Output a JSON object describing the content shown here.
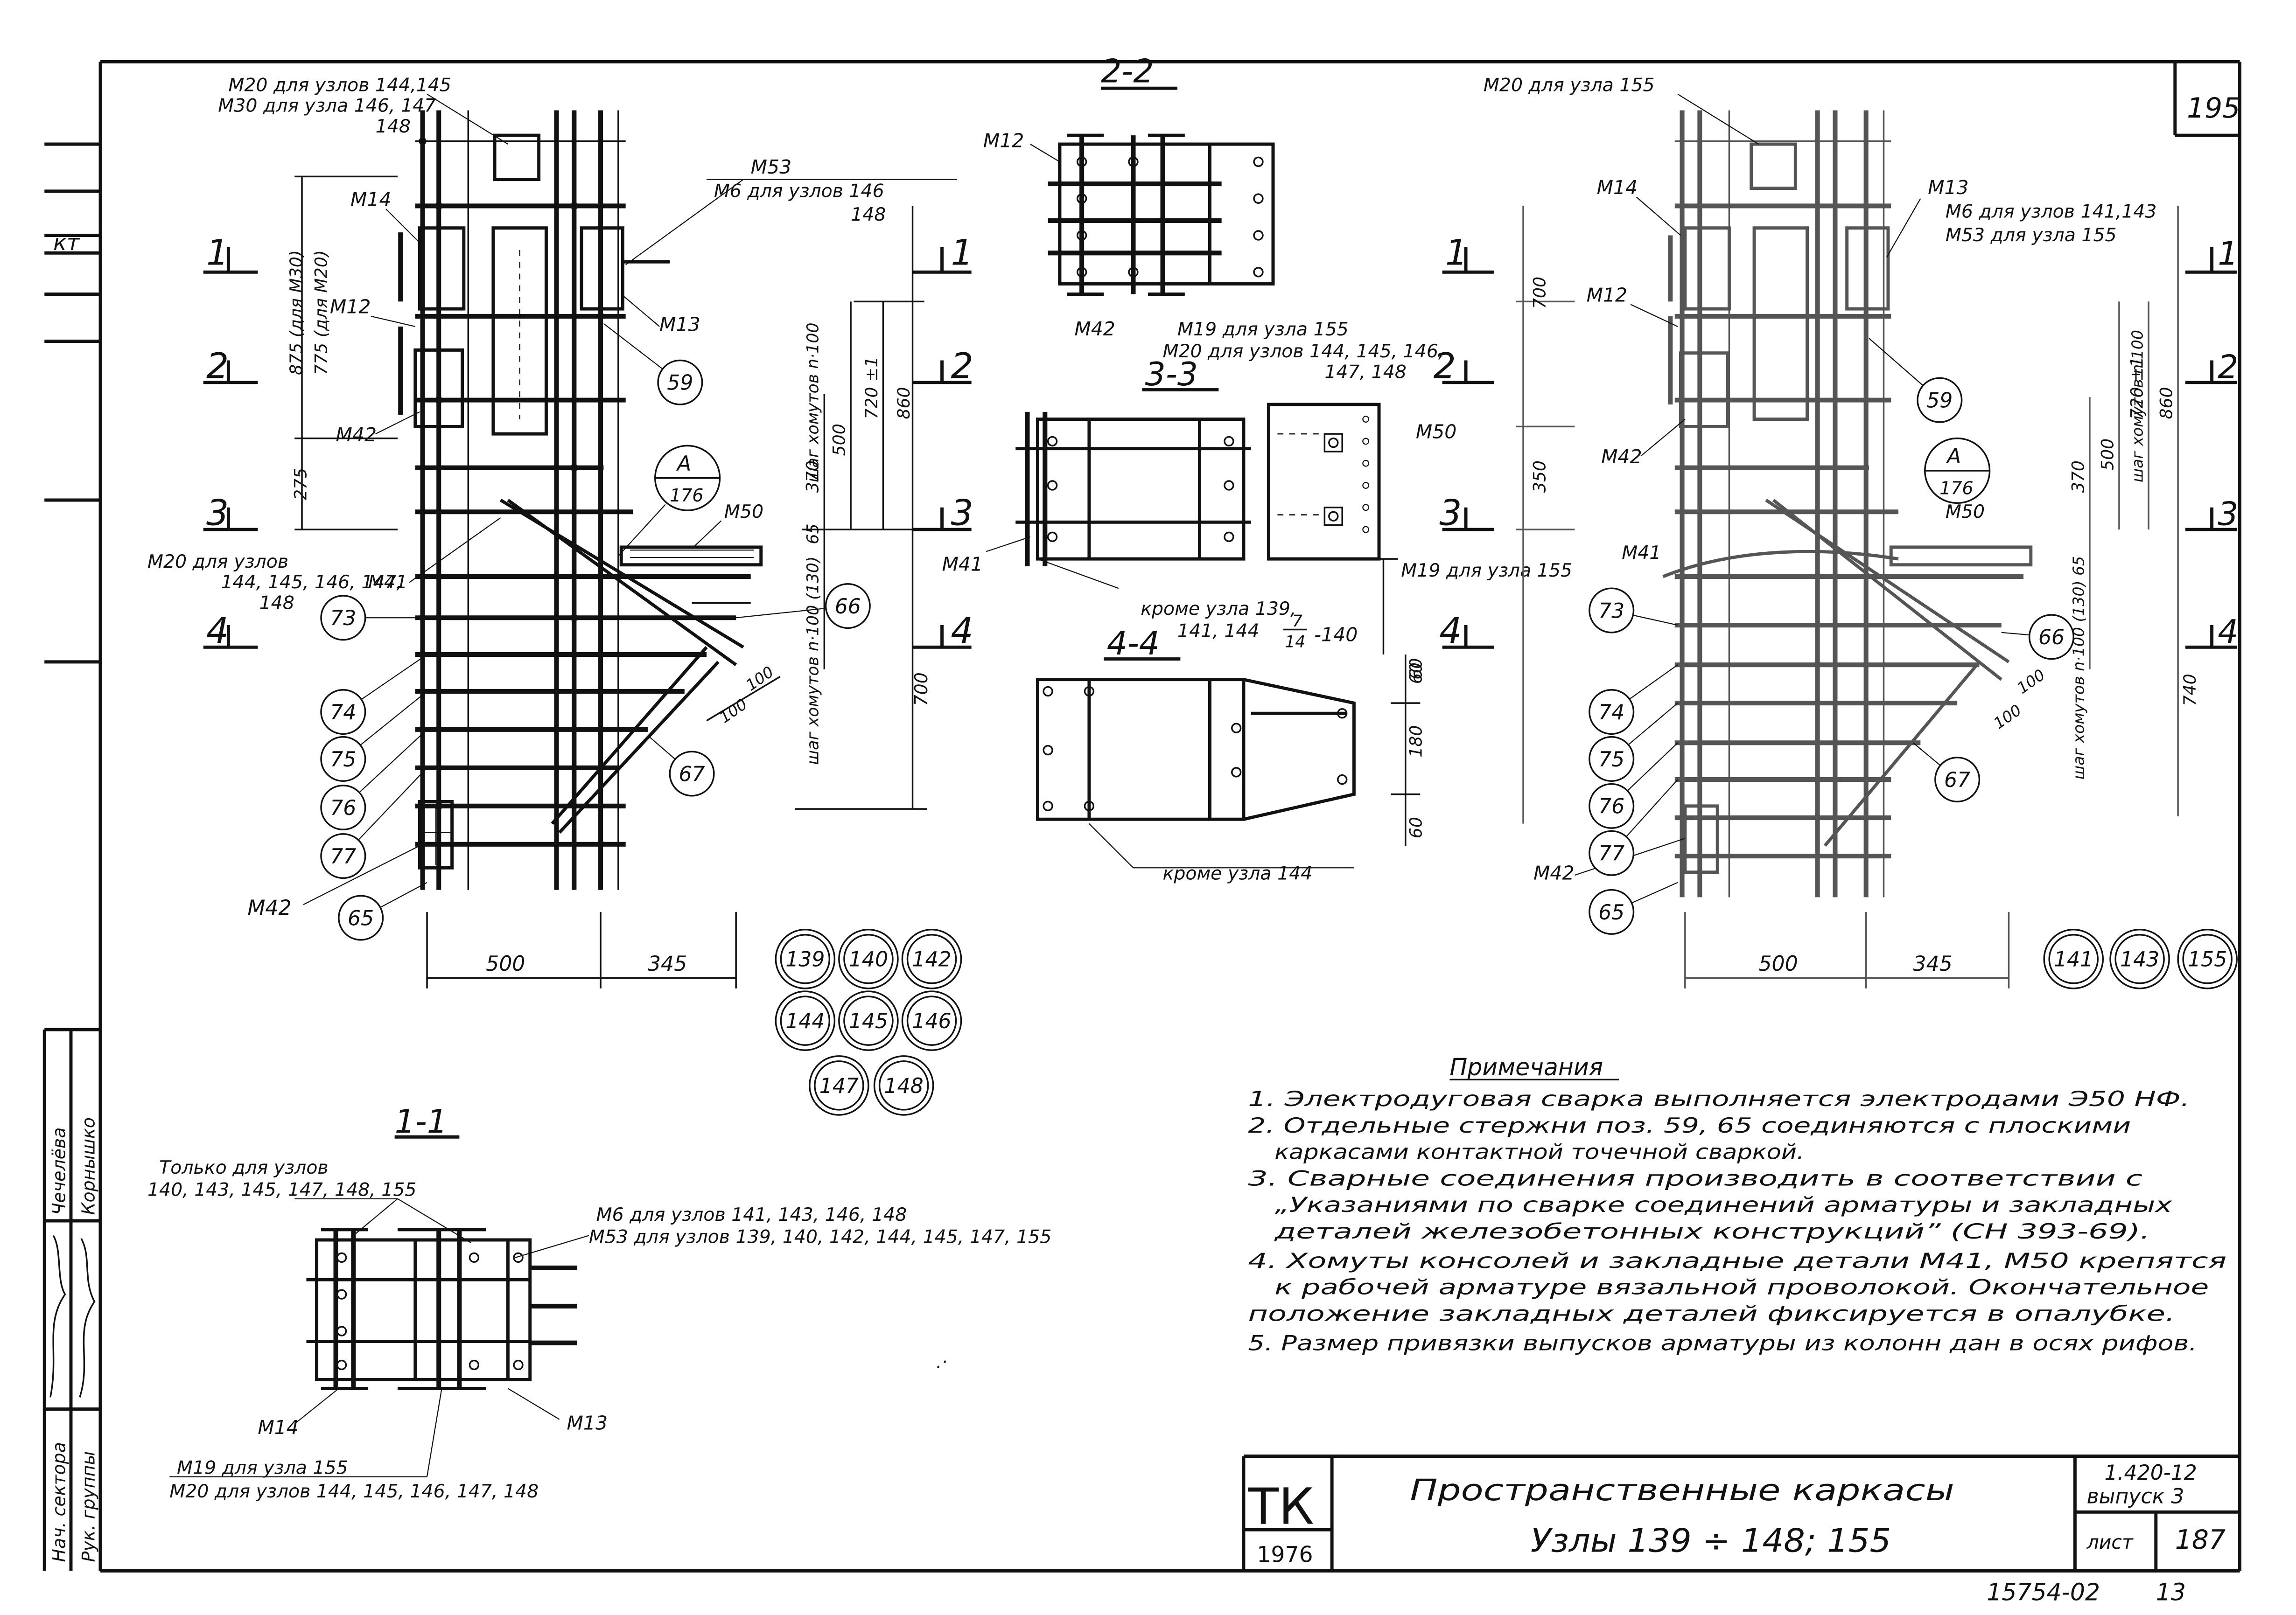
{
  "sheet_number": "195",
  "side_stamp": "кт",
  "title_block": {
    "stamp_top": "ТК",
    "stamp_year": "1976",
    "title_line1": "Пространственные каркасы",
    "title_line2": "Узлы 139 ÷ 148; 155",
    "series": "1.420-12",
    "issue": "выпуск 3",
    "sheet_label": "лист",
    "sheet_value": "187",
    "inventory": "15754-02",
    "page": "13"
  },
  "signatures": {
    "role1": "Нач. сектора",
    "name1": "Чечелёва",
    "role2": "Рук. группы",
    "name2": "Корнышко"
  },
  "sections": {
    "s11": "1-1",
    "s22": "2-2",
    "s33": "3-3",
    "s44": "4-4",
    "cut1": "1",
    "cut2": "2",
    "cut3": "3",
    "cut4": "4"
  },
  "left_view": {
    "m20_144_145": "М20 для узлов 144,145",
    "m30_146_147": "М30 для узла 146, 147",
    "n148a": "148",
    "m14": "М14",
    "m12": "М12",
    "m42": "М42",
    "m53": "М53",
    "m6_146": "М6 для узлов 146",
    "n148b": "148",
    "m13": "М13",
    "m50": "М50",
    "m41": "М41",
    "m20_list_a": "М20 для узлов",
    "m20_list_b": "144, 145, 146, 147,",
    "m20_list_c": "148",
    "m42b": "М42",
    "dim_875": "875 (для М30)",
    "dim_775": "775 (для М20)",
    "dim_275": "275",
    "dim_370": "370",
    "dim_500v": "500",
    "dim_720": "720 ±1",
    "dim_860": "860",
    "dim_700": "700",
    "step_a": "шаг хомутов n·100",
    "step_b": "шаг хомутов n·100 (130)",
    "dim_65": "65",
    "dim_100a": "100",
    "dim_100b": "100",
    "dim_500h": "500",
    "dim_345": "345",
    "detail_letter": "А",
    "detail_sheet": "176"
  },
  "bubbles_left": [
    "59",
    "73",
    "74",
    "75",
    "76",
    "77",
    "65",
    "66",
    "67"
  ],
  "node_group_left": [
    "139",
    "140",
    "142",
    "144",
    "145",
    "146",
    "147",
    "148"
  ],
  "section22": {
    "m12": "М12",
    "m42": "М42",
    "m19_155": "М19 для узла 155",
    "m20_a": "М20 для узлов 144, 145, 146,",
    "m20_b": "147, 148"
  },
  "section33": {
    "m50": "М50",
    "m41": "М41",
    "m19_155": "М19 для узла 155",
    "except_a": "кроме узла 139,",
    "except_b": "141, 144",
    "frac_num": "7",
    "frac_den": "14",
    "frac_tail": "-140",
    "dim_60a": "60"
  },
  "section44": {
    "dim_60b": "60",
    "dim_180": "180",
    "dim_60c": "60",
    "except_144": "кроме узла 144"
  },
  "right_view": {
    "m20_155": "М20 для узла 155",
    "m14": "М14",
    "m12": "М12",
    "m42": "М42",
    "m13": "М13",
    "m6_141": "М6 для узлов 141,143",
    "m53_155": "М53 для узла 155",
    "m50": "М50",
    "m41": "М41",
    "m42b": "М42",
    "dim_700a": "700",
    "dim_350": "350",
    "dim_370": "370",
    "dim_500v": "500",
    "dim_720": "720 ±1",
    "dim_860": "860",
    "dim_740": "740",
    "step_r": "шаг хомутов n·100 (130) 65",
    "step_r2": "шаг хомутов n·100",
    "dim_100a": "100",
    "dim_100b": "100",
    "dim_500h": "500",
    "dim_345": "345",
    "detail_letter": "А",
    "detail_sheet": "176"
  },
  "bubbles_right": [
    "59",
    "73",
    "74",
    "75",
    "76",
    "77",
    "65",
    "66",
    "67"
  ],
  "node_group_right": [
    "141",
    "143",
    "155"
  ],
  "section11": {
    "only_a": "Только для узлов",
    "only_b": "140, 143, 145, 147, 148, 155",
    "m6_a": "М6 для узлов 141, 143, 146, 148",
    "m53_a": "М53 для узлов 139, 140, 142, 144, 145, 147, 155",
    "m14": "М14",
    "m13": "М13",
    "m19_155": "М19 для узла 155",
    "m20_list": "М20 для узлов 144, 145, 146, 147, 148"
  },
  "notes": {
    "heading": "Примечания",
    "n1": "1. Электродуговая сварка выполняется электродами Э50 НФ.",
    "n2a": "2. Отдельные стержни поз. 59, 65 соединяются с плоскими",
    "n2b": "каркасами контактной точечной сваркой.",
    "n3a": "3. Сварные соединения производить в соответствии с",
    "n3b": "„Указаниями по сварке соединений арматуры и закладных",
    "n3c": "деталей железобетонных конструкций” (СН 393-69).",
    "n4a": "4. Хомуты консолей и закладные детали М41, М50 крепятся",
    "n4b": "к рабочей арматуре вязальной проволокой. Окончательное",
    "n4c": "положение закладных деталей фиксируется в опалубке.",
    "n5": "5. Размер привязки выпусков арматуры из колонн дан в осях рифов."
  }
}
